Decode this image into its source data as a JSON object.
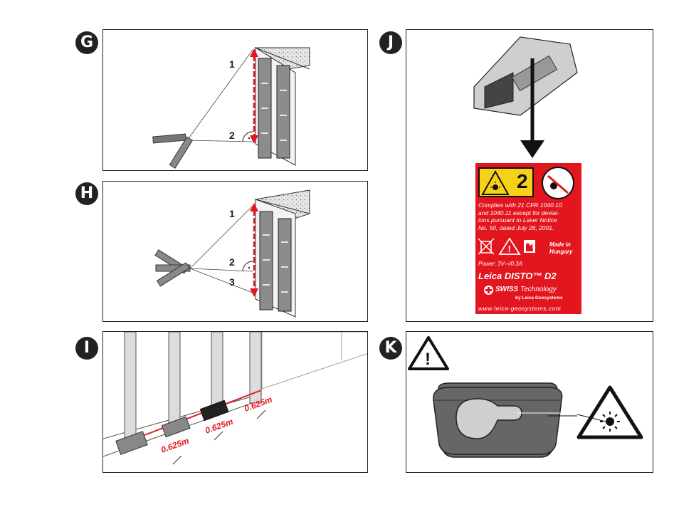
{
  "badges": {
    "g": "G",
    "h": "H",
    "i": "I",
    "j": "J",
    "k": "K"
  },
  "panel_g": {
    "label_1": "1",
    "label_2": "2"
  },
  "panel_h": {
    "label_1": "1",
    "label_2": "2",
    "label_3": "3"
  },
  "panel_i": {
    "spacing_1": "0.625m",
    "spacing_2": "0.625m",
    "spacing_3": "0.625m"
  },
  "panel_j": {
    "laser_class": "2",
    "compliance_text": [
      "Complies with 21 CFR 1040.10",
      "and 1040.11 except for deviat-",
      "ions pursuant to Laser Notice",
      "No. 50, dated July 26, 2001."
    ],
    "made_in": [
      "Made in",
      "Hungary"
    ],
    "power": "Power: 3V⎓/0.3A",
    "product": "Leica DISTO™ D2",
    "swiss_bold": "SWISS",
    "swiss_rest": " Technology",
    "by_leica": "by Leica Geosystems",
    "website": "www.leica-geosystems.com"
  },
  "panel_k": {
    "warning_mark": "!"
  },
  "colors": {
    "red": "#e3161f",
    "yellow": "#f7d117",
    "dark": "#222222"
  }
}
